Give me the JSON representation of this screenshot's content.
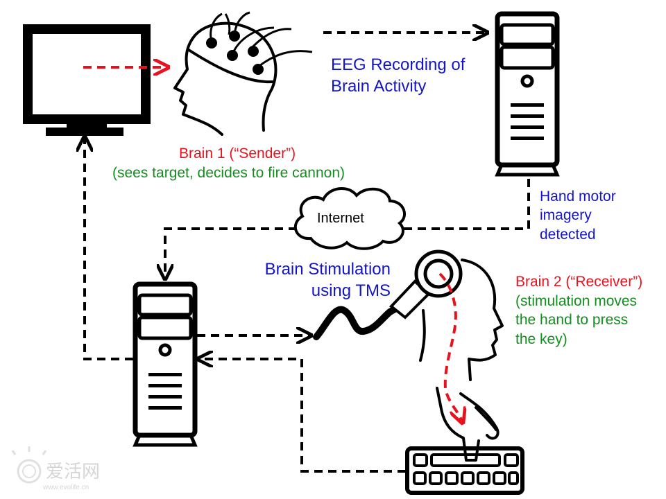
{
  "labels": {
    "eeg": "EEG Recording of\nBrain Activity",
    "brain1_title": "Brain 1 (“Sender”)",
    "brain1_desc": "(sees target, decides to fire cannon)",
    "hand_motor": "Hand motor\nimagery\ndetected",
    "internet": "Internet",
    "stimulation": "Brain Stimulation\nusing TMS",
    "brain2_title": "Brain 2 (“Receiver”)",
    "brain2_desc": "(stimulation moves\nthe hand to press\nthe key)",
    "watermark_cn": "爱活网",
    "watermark_url": "www.evolife.cn"
  },
  "colors": {
    "red": "#e8121e",
    "green": "#138e1e",
    "blue": "#1414c8",
    "black": "#000000",
    "watermark": "#c8c8c8"
  },
  "icons": [
    "monitor-icon",
    "eeg-head-icon",
    "computer-tower-icon",
    "cloud-icon",
    "tms-coil-icon",
    "receiver-head-icon",
    "hand-icon",
    "keyboard-icon",
    "arrow-icon"
  ]
}
